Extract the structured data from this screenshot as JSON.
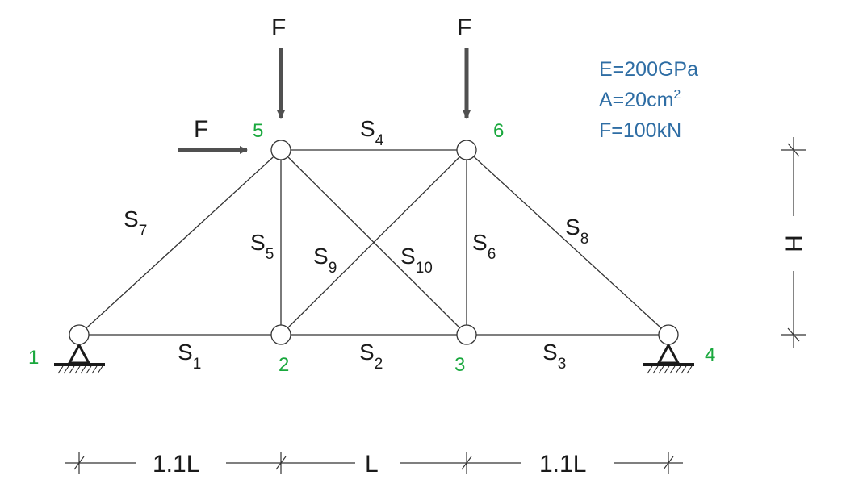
{
  "params": {
    "E": "E=200GPa",
    "A": "A=20cm",
    "A_sup": "2",
    "F": "F=100kN"
  },
  "nodes": [
    "1",
    "2",
    "3",
    "4",
    "5",
    "6"
  ],
  "members": [
    {
      "base": "S",
      "sub": "1"
    },
    {
      "base": "S",
      "sub": "2"
    },
    {
      "base": "S",
      "sub": "3"
    },
    {
      "base": "S",
      "sub": "4"
    },
    {
      "base": "S",
      "sub": "5"
    },
    {
      "base": "S",
      "sub": "6"
    },
    {
      "base": "S",
      "sub": "7"
    },
    {
      "base": "S",
      "sub": "8"
    },
    {
      "base": "S",
      "sub": "9"
    },
    {
      "base": "S",
      "sub": "10"
    }
  ],
  "loads": [
    "F",
    "F",
    "F"
  ],
  "dimensions": {
    "span1": "1.1L",
    "span2": "L",
    "span3": "1.1L",
    "height": "H"
  }
}
